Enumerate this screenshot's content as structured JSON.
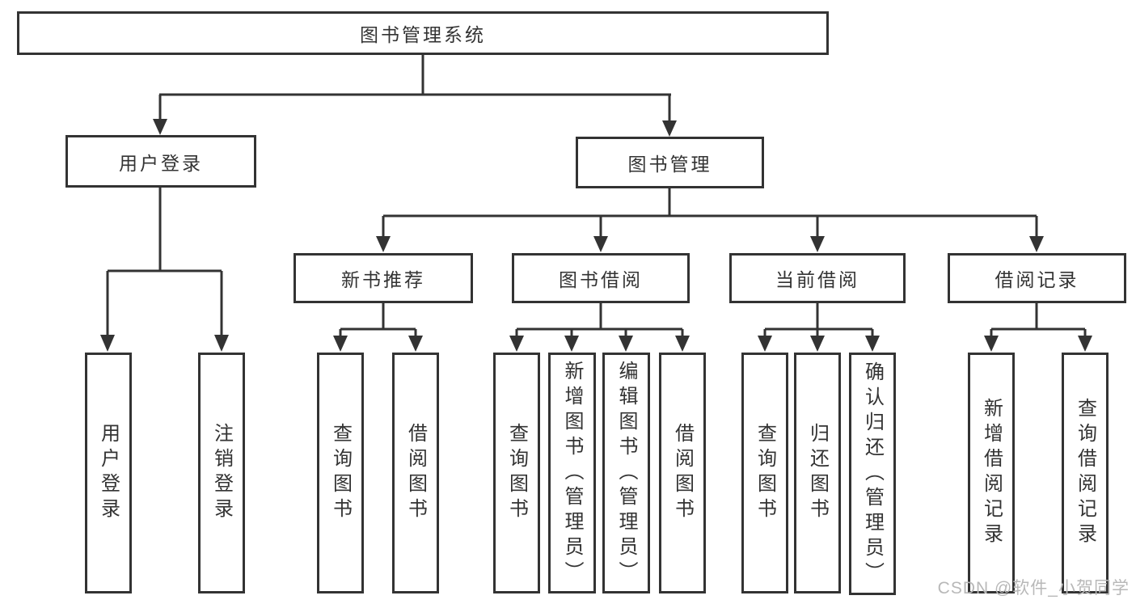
{
  "tree": {
    "root": "图书管理系统",
    "branches": [
      {
        "label": "用户登录",
        "children": [
          "用户登录",
          "注销登录"
        ]
      },
      {
        "label": "图书管理",
        "sections": [
          {
            "label": "新书推荐",
            "children": [
              "查询图书",
              "借阅图书"
            ]
          },
          {
            "label": "图书借阅",
            "children": [
              "查询图书",
              "新增图书（管理员）",
              "编辑图书（管理员）",
              "借阅图书"
            ]
          },
          {
            "label": "当前借阅",
            "children": [
              "查询图书",
              "归还图书",
              "确认归还（管理员）"
            ]
          },
          {
            "label": "借阅记录",
            "children": [
              "新增借阅记录",
              "查询借阅记录"
            ]
          }
        ]
      }
    ]
  },
  "watermark": {
    "text": "CSDN @软件_小贺同学"
  },
  "colors": {
    "line": "#333333",
    "text": "#333333",
    "background": "#ffffff",
    "watermark": "#b8b8b8"
  }
}
